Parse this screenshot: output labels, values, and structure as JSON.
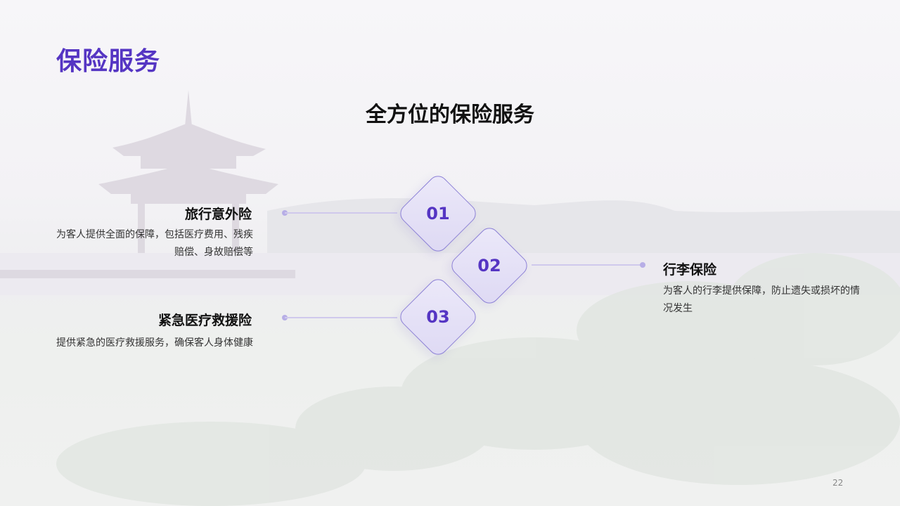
{
  "slide": {
    "title": "保险服务",
    "subtitle": "全方位的保险服务",
    "page_number": "22"
  },
  "items": [
    {
      "number": "01",
      "title": "旅行意外险",
      "desc": "为客人提供全面的保障，包括医疗费用、残疾赔偿、身故赔偿等"
    },
    {
      "number": "02",
      "title": "行李保险",
      "desc": "为客人的行李提供保障，防止遗失或损坏的情况发生"
    },
    {
      "number": "03",
      "title": "紧急医疗救援险",
      "desc": "提供紧急的医疗救援服务，确保客人身体健康"
    }
  ],
  "colors": {
    "accent": "#5535c3",
    "diamond_border": "#8b7fd6",
    "connector": "#cfc9ec"
  }
}
